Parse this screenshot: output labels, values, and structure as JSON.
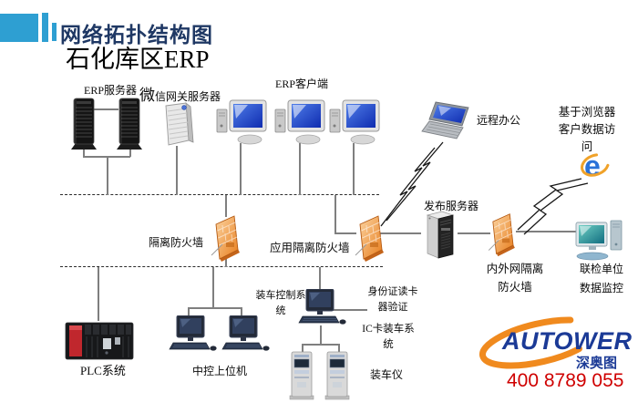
{
  "header": {
    "title": "网络拓扑结构图",
    "subtitle": "石化库区ERP"
  },
  "labels": {
    "erp_server": "ERP服务器",
    "wechat_gateway_first": "微",
    "wechat_gateway_rest": "信网关服务器",
    "erp_client": "ERP客户端",
    "remote_office": "远程办公",
    "browser_access": "基于浏览器\n客户数据访\n问",
    "publish_server": "发布服务器",
    "isolation_firewall": "隔离防火墙",
    "app_isolation_firewall": "应用隔离防火墙",
    "internal_external_firewall": "内外网隔离\n防火墙",
    "joint_inspection_monitor": "联检单位\n数据监控",
    "plc_system": "PLC系统",
    "central_control_host": "中控上位机",
    "loading_control_system": "装车控制系\n统",
    "id_card_reader_auth": "身份证读卡\n器验证",
    "ic_card_loading_system": "IC卡装车系\n统",
    "loading_instrument": "装车仪"
  },
  "footer": {
    "brand": "AUTOWER",
    "brand_cn": "深奥图",
    "phone": "400 8789 055"
  },
  "colors": {
    "accent_blue": "#2e9fd2",
    "title_navy": "#1f3864",
    "firewall_orange": "#ed8a33",
    "brand_blue": "#1b3a96",
    "brand_orange": "#f08a1e",
    "phone_red": "#cf0000"
  }
}
